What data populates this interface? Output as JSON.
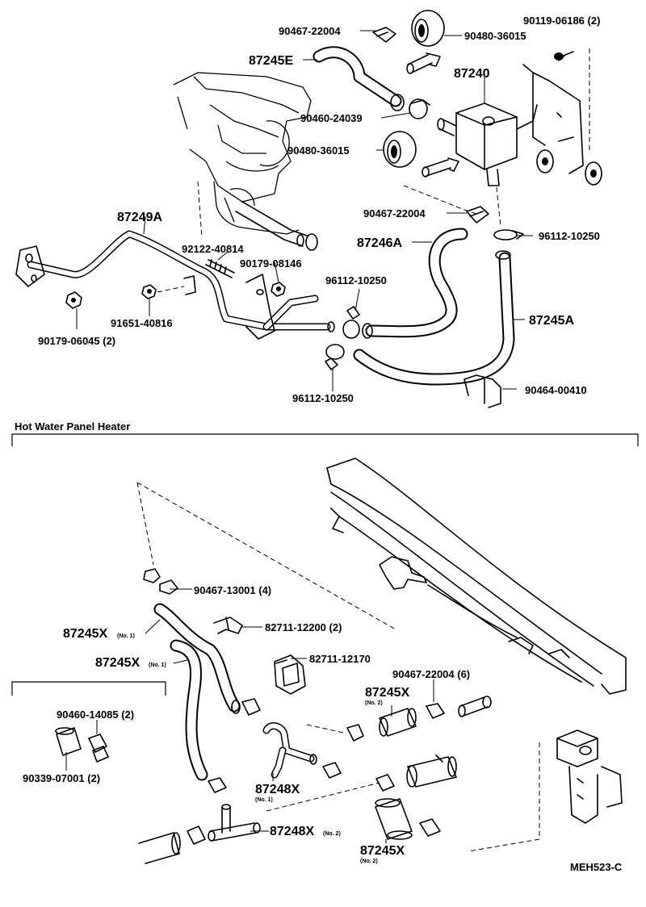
{
  "section_title": "Hot Water Panel Heater",
  "diagram_code": "MEH523-C",
  "labels": {
    "p90467_22004_top": "90467-22004",
    "p90480_36015_top": "90480-36015",
    "p90119_06186": "90119-06186 (2)",
    "p87245E": "87245E",
    "p87240": "87240",
    "p90460_24039": "90460-24039",
    "p90480_36015_mid": "90480-36015",
    "p87249A": "87249A",
    "p90467_22004_mid": "90467-22004",
    "p87246A": "87246A",
    "p96112_10250_right": "96112-10250",
    "p92122_40814": "92122-40814",
    "p90179_08146": "90179-08146",
    "p96112_10250_mid": "96112-10250",
    "p87245A": "87245A",
    "p91651_40816": "91651-40816",
    "p90179_06045": "90179-06045 (2)",
    "p90464_00410": "90464-00410",
    "p96112_10250_bottom": "96112-10250",
    "p90467_13001": "90467-13001 (4)",
    "p87245X_1a": "87245X",
    "p87245X_1a_sub": "(No. 1)",
    "p82711_12200": "82711-12200 (2)",
    "p87245X_1b": "87245X",
    "p87245X_1b_sub": "(No. 1)",
    "p82711_12170": "82711-12170",
    "p90467_22004_6": "90467-22004 (6)",
    "p87245X_2a": "87245X",
    "p87245X_2a_sub": "(No. 2)",
    "p90460_14085": "90460-14085 (2)",
    "p90339_07001": "90339-07001 (2)",
    "p87248X_1": "87248X",
    "p87248X_1_sub": "(No. 1)",
    "p87248X_2": "87248X",
    "p87248X_2_sub": "(No. 2)",
    "p87245X_2b": "87245X",
    "p87245X_2b_sub": "(No. 2)"
  }
}
